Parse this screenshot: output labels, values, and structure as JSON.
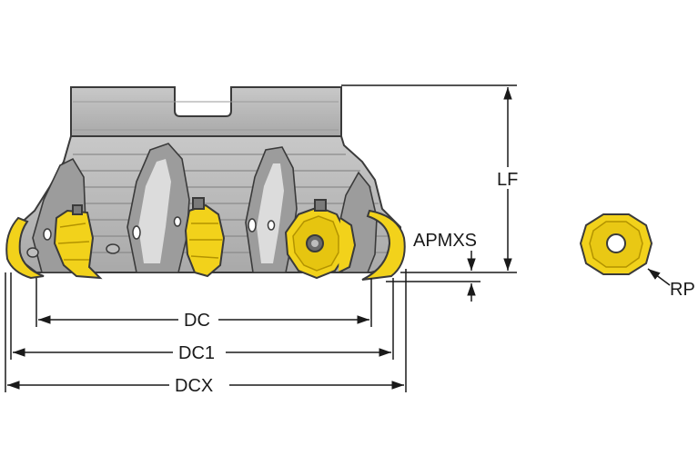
{
  "labels": {
    "lf": "LF",
    "apmxs": "APMXS",
    "dc": "DC",
    "dc1": "DC1",
    "dcx": "DCX",
    "rp": "RP"
  },
  "colors": {
    "body": "#b9b9b9",
    "body_dark": "#8f8f8f",
    "body_light": "#d4d4d4",
    "insert": "#f2d21b",
    "insert_dark": "#b39300",
    "outline": "#3a3a3a",
    "dimension": "#1a1a1a",
    "background": "#ffffff"
  }
}
